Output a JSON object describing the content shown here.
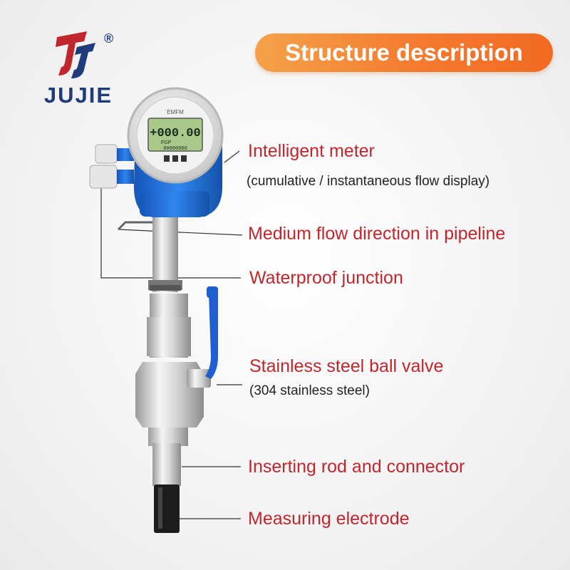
{
  "brand": {
    "name": "JUJIE",
    "registered": "®"
  },
  "banner": {
    "title": "Structure description"
  },
  "display": {
    "reading": "+000.00",
    "model": "EMFM",
    "status": "FGP",
    "totalizer": "00000000"
  },
  "labels": {
    "meter": "Intelligent meter",
    "meter_sub": "(cumulative / instantaneous flow display)",
    "flow_direction": "Medium flow direction in pipeline",
    "junction": "Waterproof junction",
    "valve": "Stainless steel ball valve",
    "valve_sub": "(304 stainless steel)",
    "rod": "Inserting rod and connector",
    "electrode": "Measuring electrode"
  },
  "colors": {
    "accent": "#c0272d",
    "banner_start": "#f5a14a",
    "banner_end": "#f26a22",
    "brand": "#1f3b7a",
    "housing": "#1e6fd8"
  }
}
